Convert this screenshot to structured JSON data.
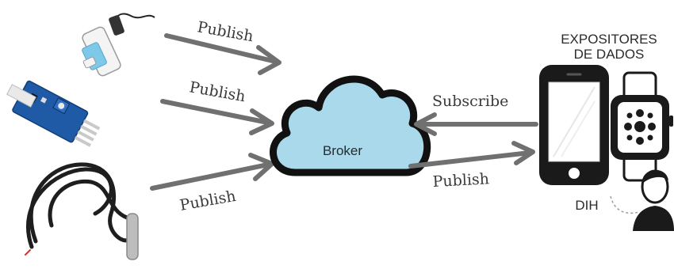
{
  "labels": {
    "publish_1": "Publish",
    "publish_2": "Publish",
    "publish_3": "Publish",
    "publish_4": "Publish",
    "subscribe": "Subscribe",
    "broker": "Broker",
    "expositores_line1": "EXPOSITORES",
    "expositores_line2": "DE DADOS",
    "dih": "DIH"
  },
  "colors": {
    "arrow": "#707070",
    "cloud_fill": "#a9d9ea",
    "cloud_stroke": "#111111",
    "device": "#1a1a1a",
    "sensor_board": "#1f5aa6",
    "ph_probe": "#7ec8e8",
    "cable": "#202020"
  },
  "icons": {
    "sensor_1": "ph-probe-sensor",
    "sensor_2": "soil-moisture-sensor-module",
    "sensor_3": "temperature-probe-cable",
    "device_1": "smartphone",
    "device_2": "smartwatch",
    "user": "person-avatar"
  }
}
